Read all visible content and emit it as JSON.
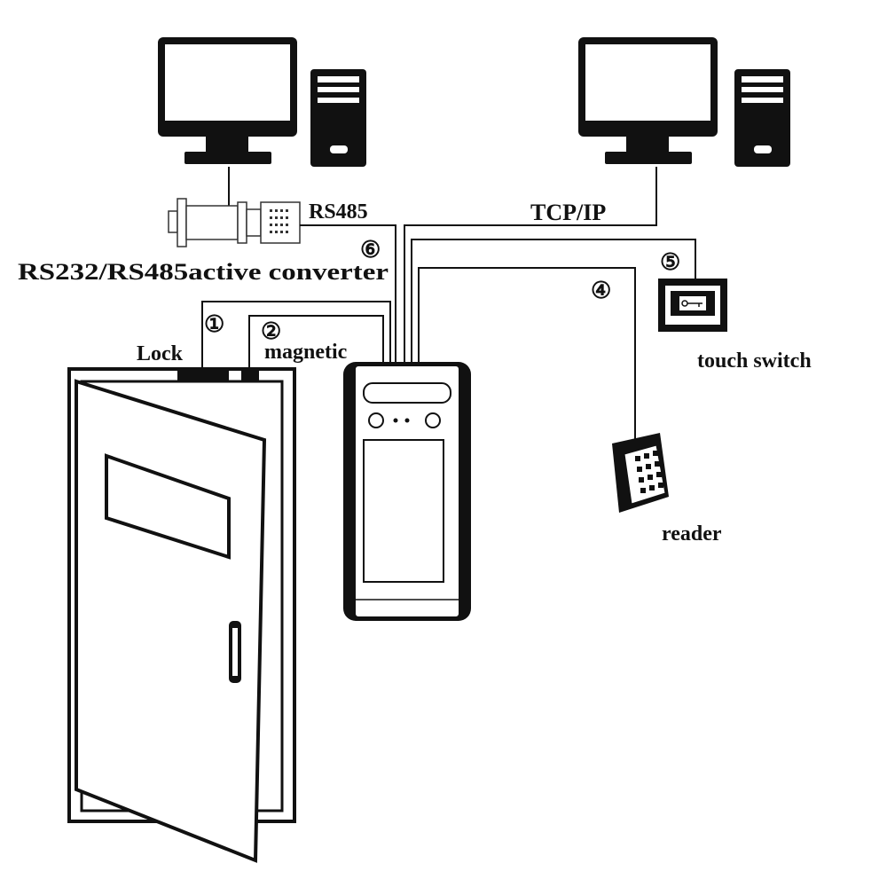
{
  "labels": {
    "rs485": "RS485",
    "tcpip": "TCP/IP",
    "converter": "RS232/RS485active converter",
    "lock": "Lock",
    "magnetic": "magnetic",
    "touch_switch": "touch switch",
    "reader": "reader"
  },
  "markers": {
    "m1": "①",
    "m2": "②",
    "m4": "④",
    "m5": "⑤",
    "m6": "⑥"
  },
  "icons": {
    "computer_left": "desktop-computer-icon",
    "computer_right": "desktop-computer-icon",
    "converter": "converter-device-icon",
    "terminal": "face-recognition-terminal-icon",
    "touch_switch": "touch-switch-icon",
    "reader": "card-reader-icon",
    "door": "door-icon",
    "lock": "lock-icon",
    "magnetic": "magnetic-sensor-icon"
  }
}
